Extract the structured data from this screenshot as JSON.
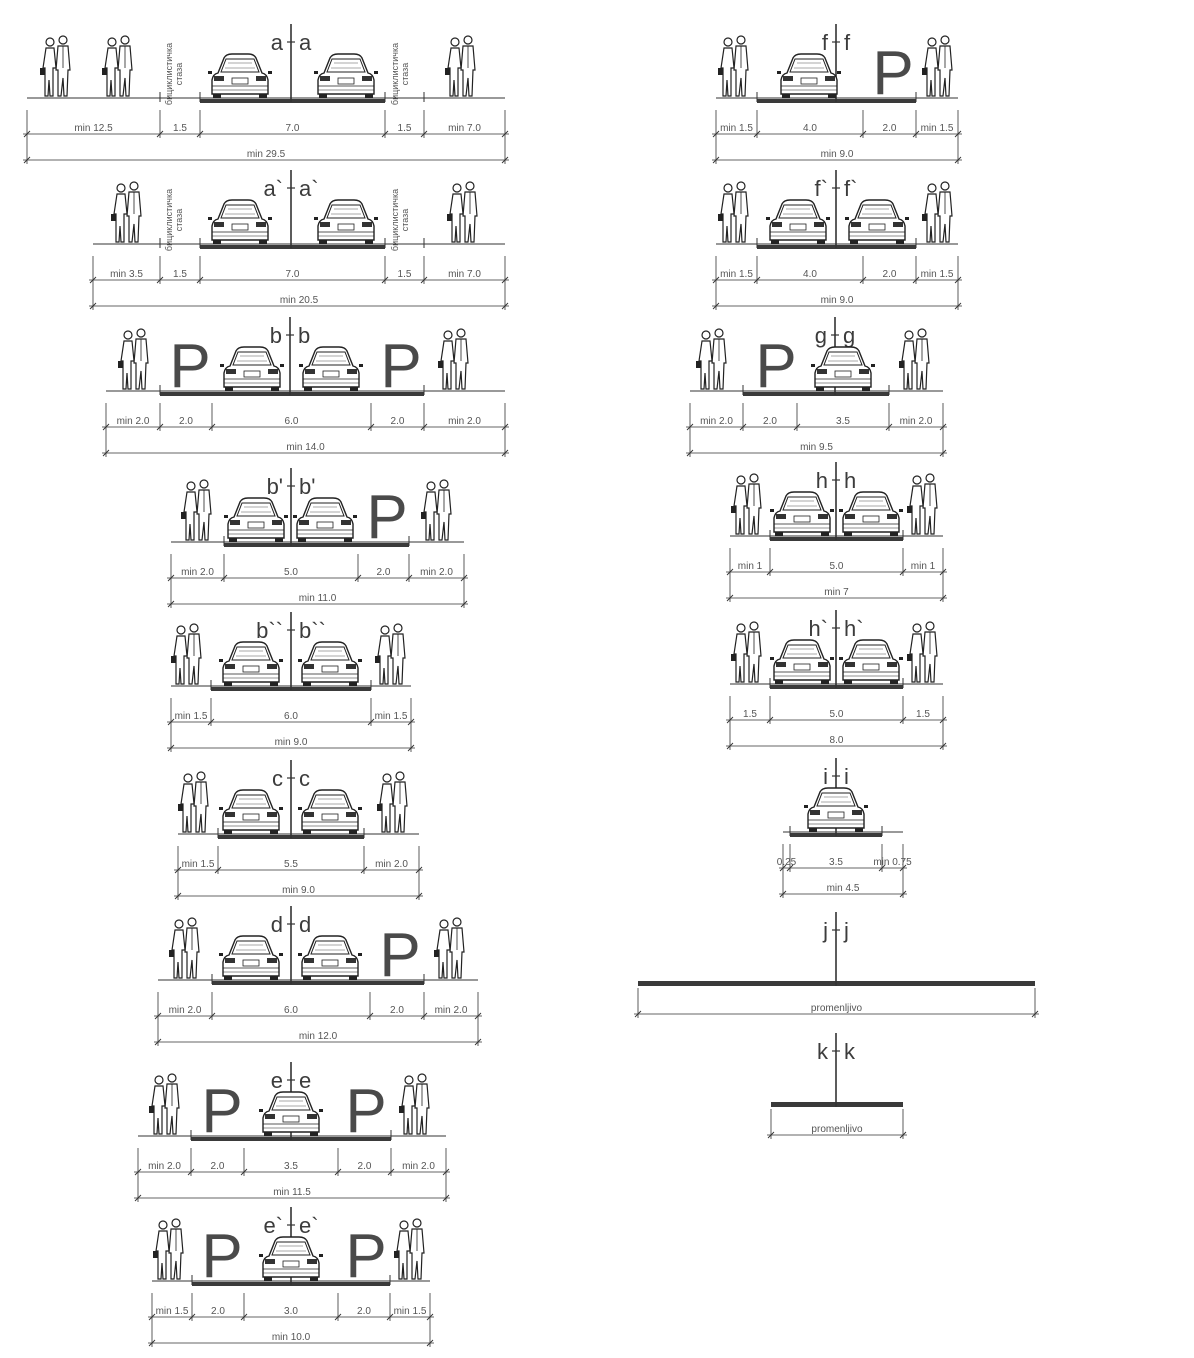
{
  "sheet": {
    "parking_letter": "P",
    "bike_label": [
      "бициклистичка",
      "стаза"
    ]
  },
  "sections": [
    {
      "id": "a-a",
      "name": [
        "a",
        "a"
      ],
      "segments": [
        "min 12.5",
        "1.5",
        "7.0",
        "1.5",
        "min 7.0"
      ],
      "total": "min 29.5"
    },
    {
      "id": "a2-a2",
      "name": [
        "a`",
        "a`"
      ],
      "segments": [
        "min 3.5",
        "1.5",
        "7.0",
        "1.5",
        "min 7.0"
      ],
      "total": "min 20.5"
    },
    {
      "id": "b-b",
      "name": [
        "b",
        "b"
      ],
      "segments": [
        "min 2.0",
        "2.0",
        "6.0",
        "2.0",
        "min 2.0"
      ],
      "total": "min 14.0"
    },
    {
      "id": "b1-b1",
      "name": [
        "b'",
        "b'"
      ],
      "segments": [
        "min 2.0",
        "5.0",
        "2.0",
        "min 2.0"
      ],
      "total": "min 11.0"
    },
    {
      "id": "b2-b2",
      "name": [
        "b``",
        "b``"
      ],
      "segments": [
        "min 1.5",
        "6.0",
        "min 1.5"
      ],
      "total": "min 9.0"
    },
    {
      "id": "c-c",
      "name": [
        "c",
        "c"
      ],
      "segments": [
        "min 1.5",
        "5.5",
        "min 2.0"
      ],
      "total": "min 9.0"
    },
    {
      "id": "d-d",
      "name": [
        "d",
        "d"
      ],
      "segments": [
        "min 2.0",
        "6.0",
        "2.0",
        "min 2.0"
      ],
      "total": "min 12.0"
    },
    {
      "id": "e-e",
      "name": [
        "e",
        "e"
      ],
      "segments": [
        "min 2.0",
        "2.0",
        "3.5",
        "2.0",
        "min 2.0"
      ],
      "total": "min 11.5"
    },
    {
      "id": "e2-e2",
      "name": [
        "e`",
        "e`"
      ],
      "segments": [
        "min 1.5",
        "2.0",
        "3.0",
        "2.0",
        "min 1.5"
      ],
      "total": "min 10.0"
    },
    {
      "id": "f-f",
      "name": [
        "f",
        "f"
      ],
      "segments": [
        "min 1.5",
        "4.0",
        "2.0",
        "min 1.5"
      ],
      "total": "min 9.0"
    },
    {
      "id": "f2-f2",
      "name": [
        "f`",
        "f`"
      ],
      "segments": [
        "min 1.5",
        "4.0",
        "2.0",
        "min 1.5"
      ],
      "total": "min 9.0"
    },
    {
      "id": "g-g",
      "name": [
        "g",
        "g"
      ],
      "segments": [
        "min 2.0",
        "2.0",
        "3.5",
        "min 2.0"
      ],
      "total": "min 9.5"
    },
    {
      "id": "h-h",
      "name": [
        "h",
        "h"
      ],
      "segments": [
        "min 1",
        "5.0",
        "min 1"
      ],
      "total": "min 7"
    },
    {
      "id": "h2-h2",
      "name": [
        "h`",
        "h`"
      ],
      "segments": [
        "1.5",
        "5.0",
        "1.5"
      ],
      "total": "8.0"
    },
    {
      "id": "i-i",
      "name": [
        "i",
        "i"
      ],
      "segments": [
        "0.25",
        "3.5",
        "min 0.75"
      ],
      "total": "min 4.5"
    },
    {
      "id": "j-j",
      "name": [
        "j",
        "j"
      ],
      "segments": [],
      "total": "promenljivo"
    },
    {
      "id": "k-k",
      "name": [
        "k",
        "k"
      ],
      "segments": [],
      "total": "promenljivo"
    }
  ]
}
